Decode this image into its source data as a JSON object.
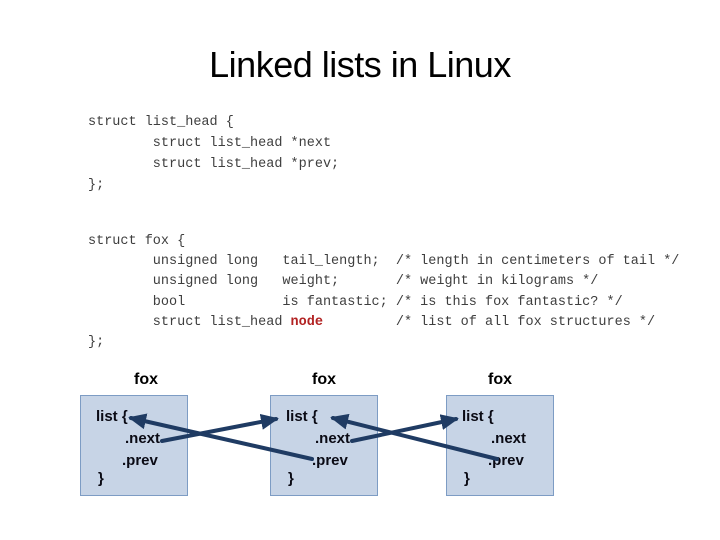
{
  "title": "Linked lists in Linux",
  "code_blocks": [
    {
      "name": "struct list_head definition",
      "lines": [
        [
          {
            "t": "struct list_head {"
          }
        ],
        [
          {
            "t": "        struct list_head *next"
          }
        ],
        [
          {
            "t": "        struct list_head *prev;"
          }
        ],
        [
          {
            "t": "};"
          }
        ]
      ]
    },
    {
      "name": "struct fox definition",
      "lines": [
        [
          {
            "t": "struct fox {"
          }
        ],
        [
          {
            "t": "        unsigned long   tail_length;  /* length in centimeters of tail */"
          }
        ],
        [
          {
            "t": "        unsigned long   weight;       /* weight in kilograms */"
          }
        ],
        [
          {
            "t": "        bool            is fantastic; /* is this fox fantastic? */"
          }
        ],
        [
          {
            "t": "        struct list_head "
          },
          {
            "t": "node",
            "c": "#b22222"
          },
          {
            "t": "         /* list of all fox structures */"
          }
        ],
        [
          {
            "t": "};"
          }
        ]
      ]
    }
  ],
  "diagram": {
    "nodes": [
      {
        "label": "fox",
        "lines": [
          "list {",
          ".next",
          ".prev",
          "}"
        ]
      },
      {
        "label": "fox",
        "lines": [
          "list {",
          ".next",
          ".prev",
          "}"
        ]
      },
      {
        "label": "fox",
        "lines": [
          "list {",
          ".next",
          ".prev",
          "}"
        ]
      }
    ],
    "links": [
      {
        "from": "fox1.next",
        "to": "fox2.list",
        "type": "next"
      },
      {
        "from": "fox2.prev",
        "to": "fox1.list",
        "type": "prev"
      },
      {
        "from": "fox2.next",
        "to": "fox3.list",
        "type": "next"
      },
      {
        "from": "fox3.prev",
        "to": "fox2.list",
        "type": "prev"
      }
    ],
    "colors": {
      "box_fill": "#c7d4e6",
      "box_border": "#7d9cc4",
      "arrow": "#1f3b63",
      "code_highlight": "#b22222"
    }
  }
}
